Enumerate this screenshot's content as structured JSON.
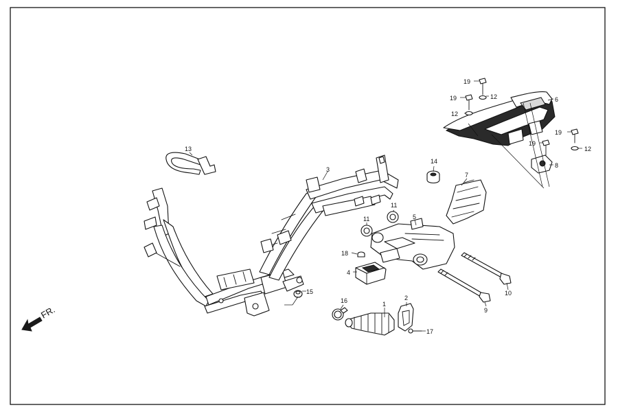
{
  "diagram": {
    "direction_label": "FR.",
    "callouts": [
      {
        "id": "c1",
        "text": "1"
      },
      {
        "id": "c2",
        "text": "2"
      },
      {
        "id": "c3",
        "text": "3"
      },
      {
        "id": "c4",
        "text": "4"
      },
      {
        "id": "c5",
        "text": "5"
      },
      {
        "id": "c6",
        "text": "6"
      },
      {
        "id": "c7",
        "text": "7"
      },
      {
        "id": "c8",
        "text": "8"
      },
      {
        "id": "c9",
        "text": "9"
      },
      {
        "id": "c10",
        "text": "10"
      },
      {
        "id": "c11a",
        "text": "11"
      },
      {
        "id": "c11b",
        "text": "11"
      },
      {
        "id": "c12a",
        "text": "12"
      },
      {
        "id": "c12b",
        "text": "12"
      },
      {
        "id": "c12c",
        "text": "12"
      },
      {
        "id": "c13",
        "text": "13"
      },
      {
        "id": "c14",
        "text": "14"
      },
      {
        "id": "c15",
        "text": "15"
      },
      {
        "id": "c16",
        "text": "16"
      },
      {
        "id": "c17",
        "text": "17"
      },
      {
        "id": "c18",
        "text": "18"
      },
      {
        "id": "c19a",
        "text": "19"
      },
      {
        "id": "c19b",
        "text": "19"
      },
      {
        "id": "c19c",
        "text": "19"
      },
      {
        "id": "c19d",
        "text": "19"
      }
    ]
  }
}
